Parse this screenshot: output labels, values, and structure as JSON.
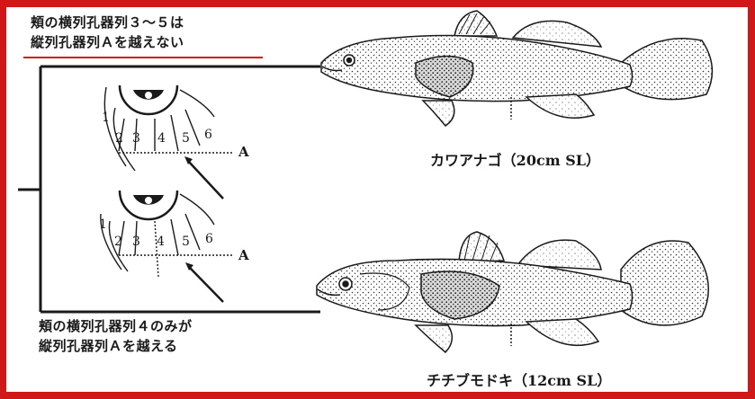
{
  "notes": {
    "top_line1": "頬の横列孔器列３～５は",
    "top_line2": "縦列孔器列Ａを越えない",
    "bottom_line1": "頬の横列孔器列４のみが",
    "bottom_line2": "縦列孔器列Ａを越える"
  },
  "diagram_top": {
    "row_numbers": [
      "1",
      "2",
      "3",
      "4",
      "5",
      "6"
    ],
    "line_label": "A"
  },
  "diagram_bottom": {
    "row_numbers": [
      "1",
      "2",
      "3",
      "4",
      "5",
      "6"
    ],
    "line_label": "A"
  },
  "fish": {
    "top_caption": "カワアナゴ（20cm SL）",
    "bottom_caption": "チチブモドキ（12cm SL）"
  },
  "colors": {
    "frame": "#d01818",
    "ink": "#1a1a1a"
  }
}
